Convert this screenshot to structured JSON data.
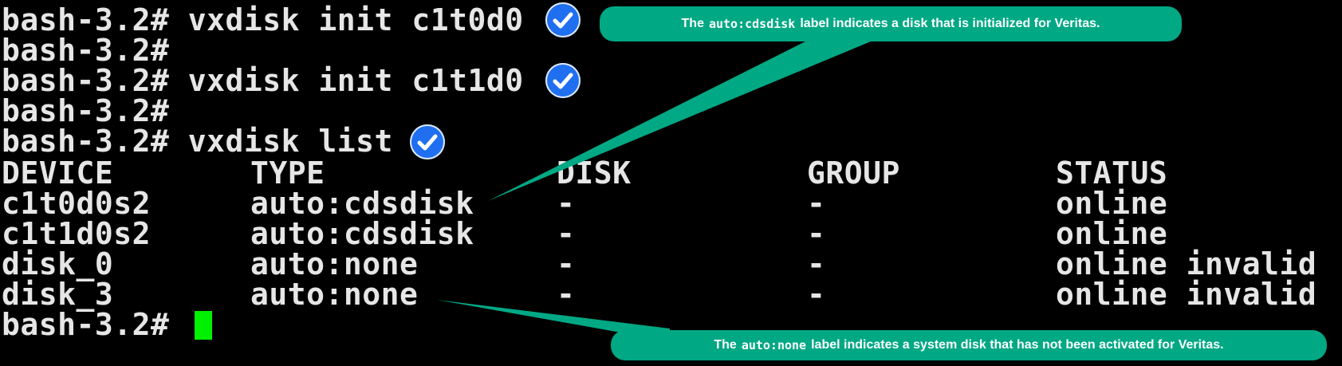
{
  "terminal": {
    "prompt_lines": [
      "bash-3.2# vxdisk init c1t0d0",
      "bash-3.2#",
      "bash-3.2# vxdisk init c1t1d0",
      "bash-3.2#",
      "bash-3.2# vxdisk list"
    ],
    "table": {
      "headers": [
        "DEVICE",
        "TYPE",
        "DISK",
        "GROUP",
        "STATUS"
      ],
      "rows": [
        [
          "c1t0d0s2",
          "auto:cdsdisk",
          "-",
          "-",
          "online"
        ],
        [
          "c1t1d0s2",
          "auto:cdsdisk",
          "-",
          "-",
          "online"
        ],
        [
          "disk_0",
          "auto:none",
          "-",
          "-",
          "online invalid"
        ],
        [
          "disk_3",
          "auto:none",
          "-",
          "-",
          "online invalid"
        ]
      ]
    },
    "final_prompt": "bash-3.2#"
  },
  "callouts": {
    "top": {
      "before": "The",
      "code": "auto:cdsdisk",
      "after": "label indicates a disk that is initialized for Veritas."
    },
    "bottom": {
      "before": "The",
      "code": "auto:none",
      "after": "label indicates a system disk that has not been activated for Veritas."
    }
  },
  "colors": {
    "background": "#000000",
    "text": "#e6e6e6",
    "callout": "#00a884",
    "check": "#1f6ff0",
    "cursor": "#00f000"
  },
  "icons": [
    "checkmark-icon",
    "checkmark-icon",
    "checkmark-icon"
  ]
}
